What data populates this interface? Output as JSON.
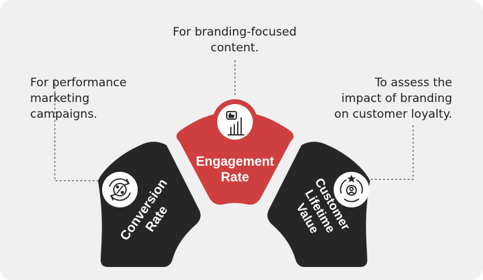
{
  "segments": {
    "left": {
      "title_line1": "Conversion",
      "title_line2": "Rate",
      "icon": "percent-cycle-icon",
      "color": "#262626"
    },
    "center": {
      "title_line1": "Engagement",
      "title_line2": "Rate",
      "icon": "like-bar-chart-icon",
      "color": "#cf3f3f"
    },
    "right": {
      "title_line1": "Customer",
      "title_line2": "Lifetime",
      "title_line3": "Value",
      "icon": "loyal-customer-icon",
      "color": "#262626"
    }
  },
  "notes": {
    "left": {
      "line1": "For performance",
      "line2": "marketing",
      "line3": "campaigns."
    },
    "top": {
      "line1": "For branding-focused",
      "line2": "content."
    },
    "right": {
      "line1": "To assess the",
      "line2": "impact of branding",
      "line3": "on customer loyalty."
    }
  },
  "colors": {
    "background": "#f0f0f0",
    "accent_red": "#cf3f3f",
    "dark": "#262626",
    "connector": "#333333"
  }
}
